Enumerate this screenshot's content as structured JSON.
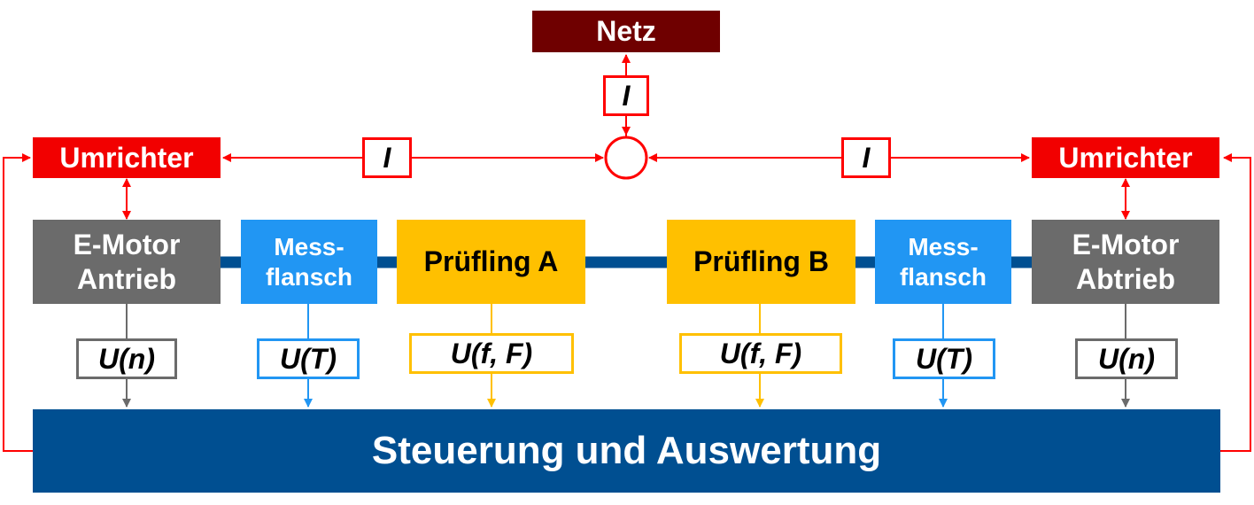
{
  "grid": {
    "label": "Netz",
    "color": "#6f0000"
  },
  "current_labels": {
    "grid_link": "I",
    "left_link": "I",
    "right_link": "I"
  },
  "inverters": {
    "left": "Umrichter",
    "right": "Umrichter",
    "color": "#f20000"
  },
  "motors": {
    "left": {
      "line1": "E-Motor",
      "line2": "Antrieb"
    },
    "right": {
      "line1": "E-Motor",
      "line2": "Abtrieb"
    },
    "color": "#6b6b6b"
  },
  "flanges": {
    "left": {
      "line1": "Mess-",
      "line2": "flansch"
    },
    "right": {
      "line1": "Mess-",
      "line2": "flansch"
    },
    "color": "#2196f3"
  },
  "devices_under_test": {
    "a": "Prüfling A",
    "b": "Prüfling B",
    "color": "#ffc000"
  },
  "signals": {
    "motor_left": "U(n)",
    "flange_left": "U(T)",
    "dut_a": "U(f, F)",
    "dut_b": "U(f, F)",
    "flange_right": "U(T)",
    "motor_right": "U(n)"
  },
  "controller": {
    "label": "Steuerung und Auswertung",
    "color": "#004f91"
  },
  "shaft_color": "#004f91",
  "link_color": "#ff0000"
}
